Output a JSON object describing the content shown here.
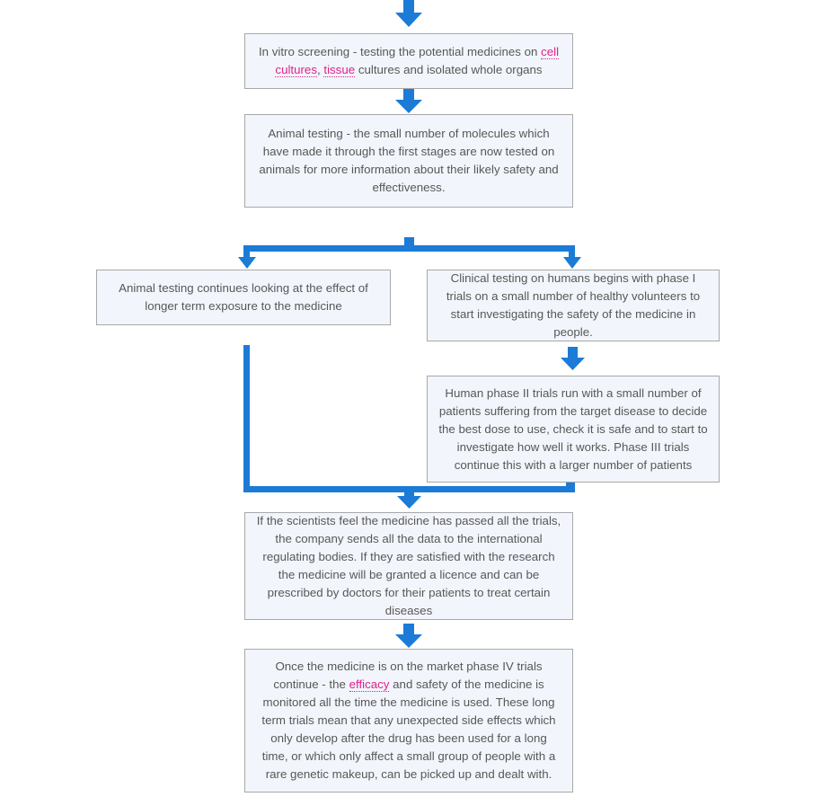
{
  "diagram": {
    "title": "Drug development and testing process flowchart",
    "colors": {
      "arrow": "#1b7bd6",
      "box_fill": "#f2f6fc",
      "box_border": "#a8a8a8",
      "text": "#575757",
      "link": "#e0218a",
      "background": "#ffffff"
    },
    "nodes": [
      {
        "id": "in-vitro",
        "name": "in-vitro-screening-box",
        "segments": [
          {
            "text": "In vitro screening - testing the potential medicines on ",
            "link": false
          },
          {
            "text": "cell cultures",
            "link": true
          },
          {
            "text": ", ",
            "link": false
          },
          {
            "text": "tissue",
            "link": true
          },
          {
            "text": " cultures and isolated whole organs",
            "link": false
          }
        ],
        "plain": "In vitro screening - testing the potential medicines on cell cultures, tissue cultures and isolated whole organs"
      },
      {
        "id": "animal-testing",
        "name": "animal-testing-box",
        "segments": [
          {
            "text": "Animal testing - the small number of molecules which have made it through the first stages are now tested on animals for more information about their likely safety and effectiveness.",
            "link": false
          }
        ],
        "plain": "Animal testing - the small number of molecules which have made it through the first stages are now tested on animals for more information about their likely safety and effectiveness."
      },
      {
        "id": "animal-long-term",
        "name": "animal-long-term-exposure-box",
        "segments": [
          {
            "text": "Animal testing continues looking at the effect of longer term exposure to the medicine",
            "link": false
          }
        ],
        "plain": "Animal testing continues looking at the effect of longer term exposure to the medicine"
      },
      {
        "id": "phase-1",
        "name": "clinical-phase-one-box",
        "segments": [
          {
            "text": "Clinical testing on humans begins with phase I trials on a small number of healthy volunteers to start investigating the safety of the medicine in people.",
            "link": false
          }
        ],
        "plain": "Clinical testing on humans begins with phase I trials on a small number of healthy volunteers to start investigating the safety of the medicine in people."
      },
      {
        "id": "phase-2",
        "name": "human-phase-two-box",
        "segments": [
          {
            "text": "Human phase II trials run with a small number of patients suffering from the target disease to decide the best dose to use, check it is safe and to start to investigate how well it works. Phase III trials continue this with a larger number of patients",
            "link": false
          }
        ],
        "plain": "Human phase II trials run with a small number of patients suffering from the target disease to decide the best dose to use, check it is safe and to start to investigate how well it works. Phase III trials continue this with a larger number of patients"
      },
      {
        "id": "licence",
        "name": "licence-approval-box",
        "segments": [
          {
            "text": "If the scientists feel the medicine has passed all the trials, the company sends all the data to the international regulating bodies. If they are satisfied with the research the medicine will be granted a licence and can be prescribed by doctors for their patients to treat certain diseases",
            "link": false
          }
        ],
        "plain": "If the scientists feel the medicine has passed all the trials, the company sends all the data to the international regulating bodies. If they are satisfied with the research the medicine will be granted a licence and can be prescribed by doctors for their patients to treat certain diseases"
      },
      {
        "id": "phase-4",
        "name": "phase-four-monitoring-box",
        "segments": [
          {
            "text": "Once the medicine is on the market phase IV trials continue - the ",
            "link": false
          },
          {
            "text": "efficacy",
            "link": true
          },
          {
            "text": " and safety of the medicine is monitored all the time the medicine is used. These long term trials mean that any unexpected side effects which only develop after the drug has been used for a long time, or which only affect a small group of people with a rare genetic makeup, can be picked up and dealt with.",
            "link": false
          }
        ],
        "plain": "Once the medicine is on the market phase IV trials continue - the efficacy and safety of the medicine is monitored all the time the medicine is used. These long term trials mean that any unexpected side effects which only develop after the drug has been used for a long time, or which only affect a small group of people with a rare genetic makeup, can be picked up and dealt with."
      }
    ],
    "connectors": [
      {
        "id": "arrow-top-into-in-vitro",
        "name": "arrow-down-into-in-vitro",
        "kind": "arrow-down"
      },
      {
        "id": "arrow-in-vitro-to-animal",
        "name": "arrow-down-in-vitro-to-animal-testing",
        "kind": "arrow-down"
      },
      {
        "id": "split-animal-to-branches",
        "name": "split-connector-animal-testing-to-two-branches",
        "kind": "split-t"
      },
      {
        "id": "arrow-phase1-to-phase2",
        "name": "arrow-down-phase-one-to-phase-two",
        "kind": "arrow-down"
      },
      {
        "id": "merge-branches-to-licence",
        "name": "merge-connector-branches-to-licence",
        "kind": "merge-u"
      },
      {
        "id": "arrow-licence-to-phase4",
        "name": "arrow-down-licence-to-phase-four",
        "kind": "arrow-down"
      }
    ]
  }
}
